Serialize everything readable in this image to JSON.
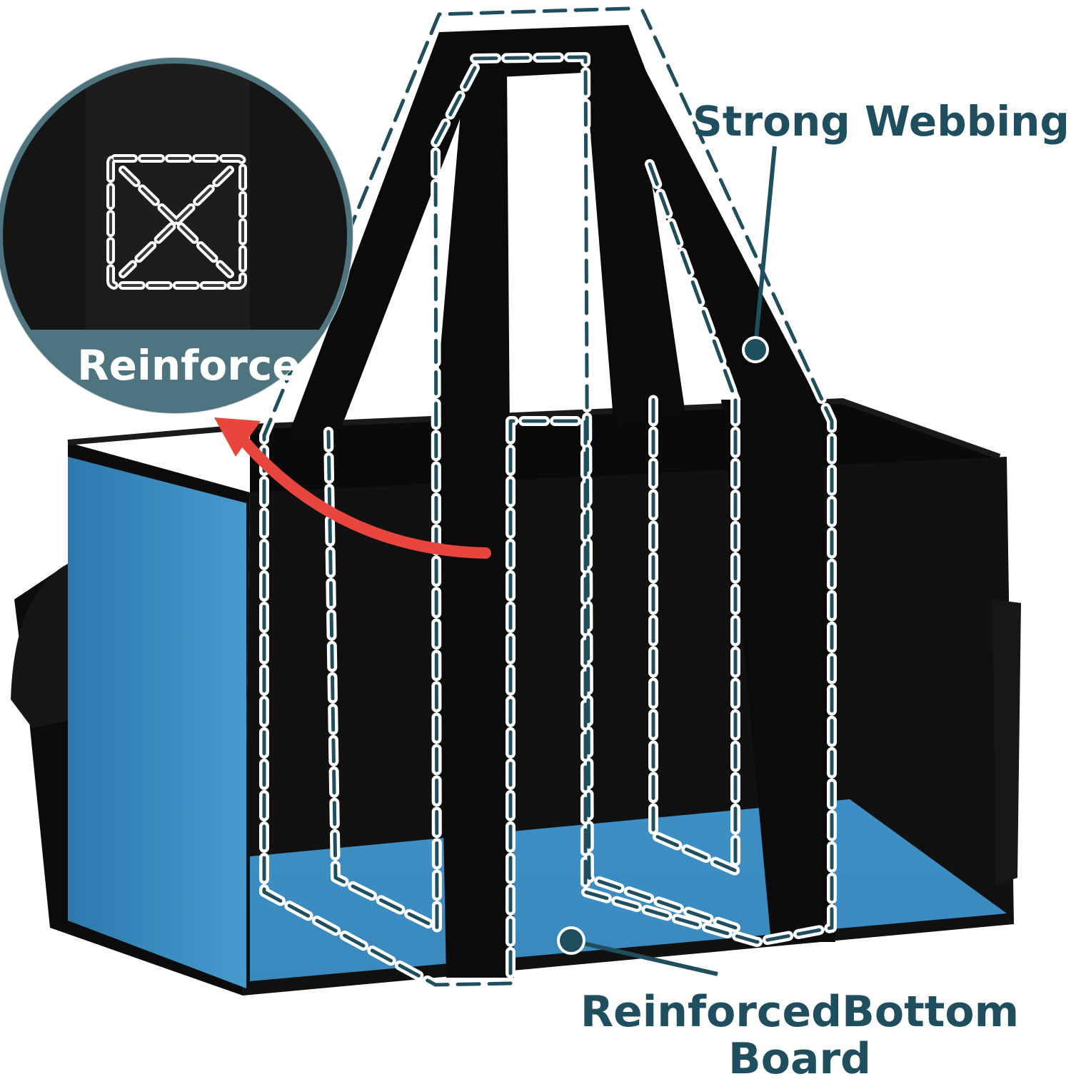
{
  "labels": {
    "strong_webbing": "Strong Webbing",
    "reinforce": "Reinforce",
    "reinforced_bottom_line1": "ReinforcedBottom",
    "reinforced_bottom_line2": "Board"
  },
  "colors": {
    "bag_black": "#0d0d0d",
    "board_blue": "#3a8ec4",
    "stitch_outline": "#1f4f5e",
    "label_text": "#1f4f5e",
    "arrow_red": "#e8453c",
    "inset_band": "#4e7480"
  },
  "icons": {
    "arrow": "curved-red-arrow-icon",
    "stitch": "box-x-stitch-icon"
  }
}
